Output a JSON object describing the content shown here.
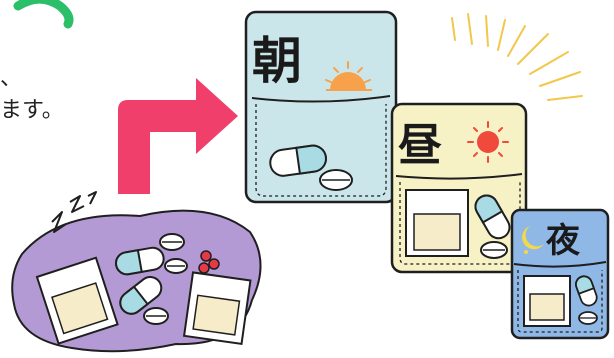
{
  "text": {
    "line1": "、",
    "line2": "ます。"
  },
  "cards": {
    "morning": {
      "label": "朝",
      "color": "#cbe6ea"
    },
    "noon": {
      "label": "昼",
      "color": "#f7f1c6"
    },
    "night": {
      "label": "夜",
      "color": "#8fb8e6"
    }
  },
  "colors": {
    "arrow": "#ef3f6a",
    "blob": "#b49ad4",
    "outline": "#1f1f1f",
    "logo": "#2bbf6a",
    "sun": "#f7a24a"
  }
}
